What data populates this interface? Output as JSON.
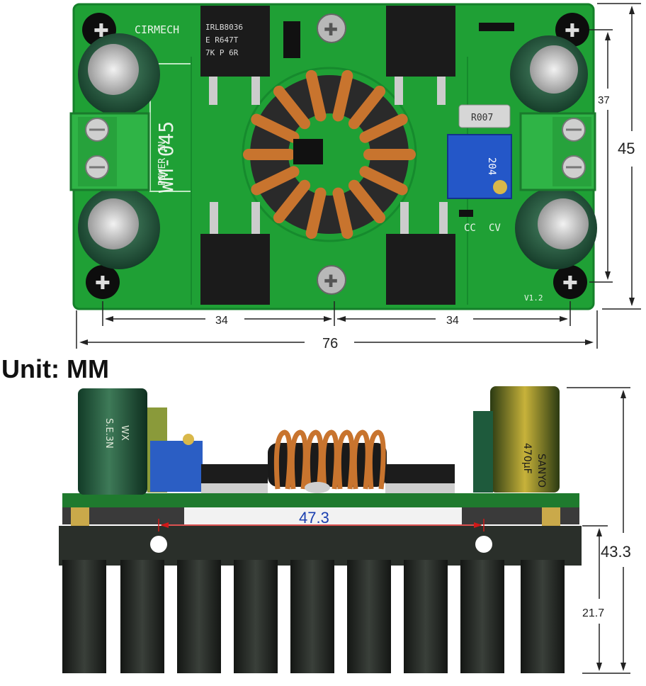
{
  "unit_label": "Unit: MM",
  "board_silkscreen": {
    "brand": "CIRMECH",
    "model": "WM-045",
    "power_in": "POWER IN",
    "cc": "CC",
    "cv": "CV",
    "version": "V1.2",
    "resistor": "R007",
    "trimpot_code": "204",
    "mosfet_top_left": [
      "IRLB8036",
      "E R647T",
      "7K P 6R"
    ]
  },
  "top_view_dimensions": {
    "total_width": "76",
    "left_hole_spacing": "34",
    "right_hole_spacing": "34",
    "height_total": "45",
    "height_holes": "37"
  },
  "side_view_dimensions": {
    "heatsink_hole_spacing": "47.3",
    "total_height": "43.3",
    "heatsink_height": "21.7"
  },
  "capacitor_text": {
    "brand": "SANYO",
    "rating": "470μF",
    "series": "S.E.3N",
    "wx": "WX"
  },
  "colors": {
    "pcb_green": "#1fa035",
    "dimension_red": "#d01818",
    "dimension_blue": "#1a3fb0",
    "copper": "#c8742e",
    "heatsink": "#2a2f2a"
  }
}
